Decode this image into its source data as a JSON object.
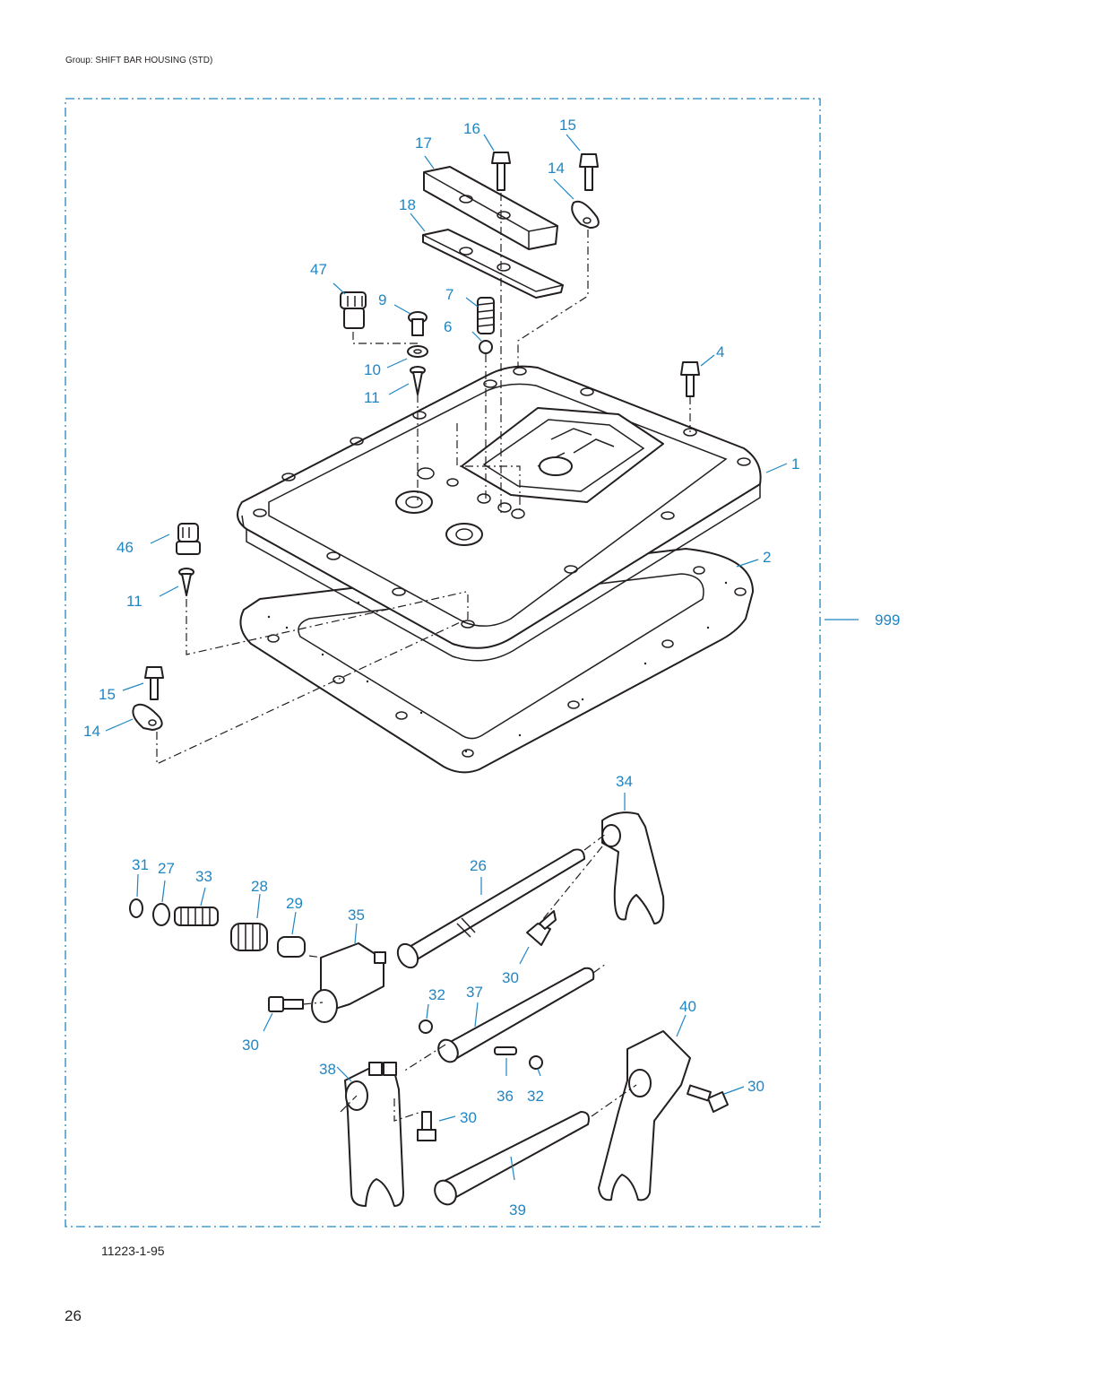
{
  "header": {
    "group_title": "Group: SHIFT BAR HOUSING (STD)"
  },
  "figure": {
    "id": "11223-1-95"
  },
  "footer": {
    "page_number": "26"
  },
  "colors": {
    "callout": "#1f86c4",
    "line_art": "#231f20",
    "frame": "#1f86c4"
  },
  "callouts": [
    {
      "key": "c1",
      "text": "1"
    },
    {
      "key": "c2",
      "text": "2"
    },
    {
      "key": "c4",
      "text": "4"
    },
    {
      "key": "c6",
      "text": "6"
    },
    {
      "key": "c7",
      "text": "7"
    },
    {
      "key": "c9",
      "text": "9"
    },
    {
      "key": "c10",
      "text": "10"
    },
    {
      "key": "c11a",
      "text": "11"
    },
    {
      "key": "c11b",
      "text": "11"
    },
    {
      "key": "c14a",
      "text": "14"
    },
    {
      "key": "c14b",
      "text": "14"
    },
    {
      "key": "c15a",
      "text": "15"
    },
    {
      "key": "c15b",
      "text": "15"
    },
    {
      "key": "c16",
      "text": "16"
    },
    {
      "key": "c17",
      "text": "17"
    },
    {
      "key": "c18",
      "text": "18"
    },
    {
      "key": "c26",
      "text": "26"
    },
    {
      "key": "c27",
      "text": "27"
    },
    {
      "key": "c28",
      "text": "28"
    },
    {
      "key": "c29",
      "text": "29"
    },
    {
      "key": "c30a",
      "text": "30"
    },
    {
      "key": "c30b",
      "text": "30"
    },
    {
      "key": "c30c",
      "text": "30"
    },
    {
      "key": "c30d",
      "text": "30"
    },
    {
      "key": "c31",
      "text": "31"
    },
    {
      "key": "c32a",
      "text": "32"
    },
    {
      "key": "c32b",
      "text": "32"
    },
    {
      "key": "c33",
      "text": "33"
    },
    {
      "key": "c34",
      "text": "34"
    },
    {
      "key": "c35",
      "text": "35"
    },
    {
      "key": "c36",
      "text": "36"
    },
    {
      "key": "c37",
      "text": "37"
    },
    {
      "key": "c38",
      "text": "38"
    },
    {
      "key": "c39",
      "text": "39"
    },
    {
      "key": "c40",
      "text": "40"
    },
    {
      "key": "c46",
      "text": "46"
    },
    {
      "key": "c47",
      "text": "47"
    },
    {
      "key": "c999",
      "text": "999"
    }
  ]
}
